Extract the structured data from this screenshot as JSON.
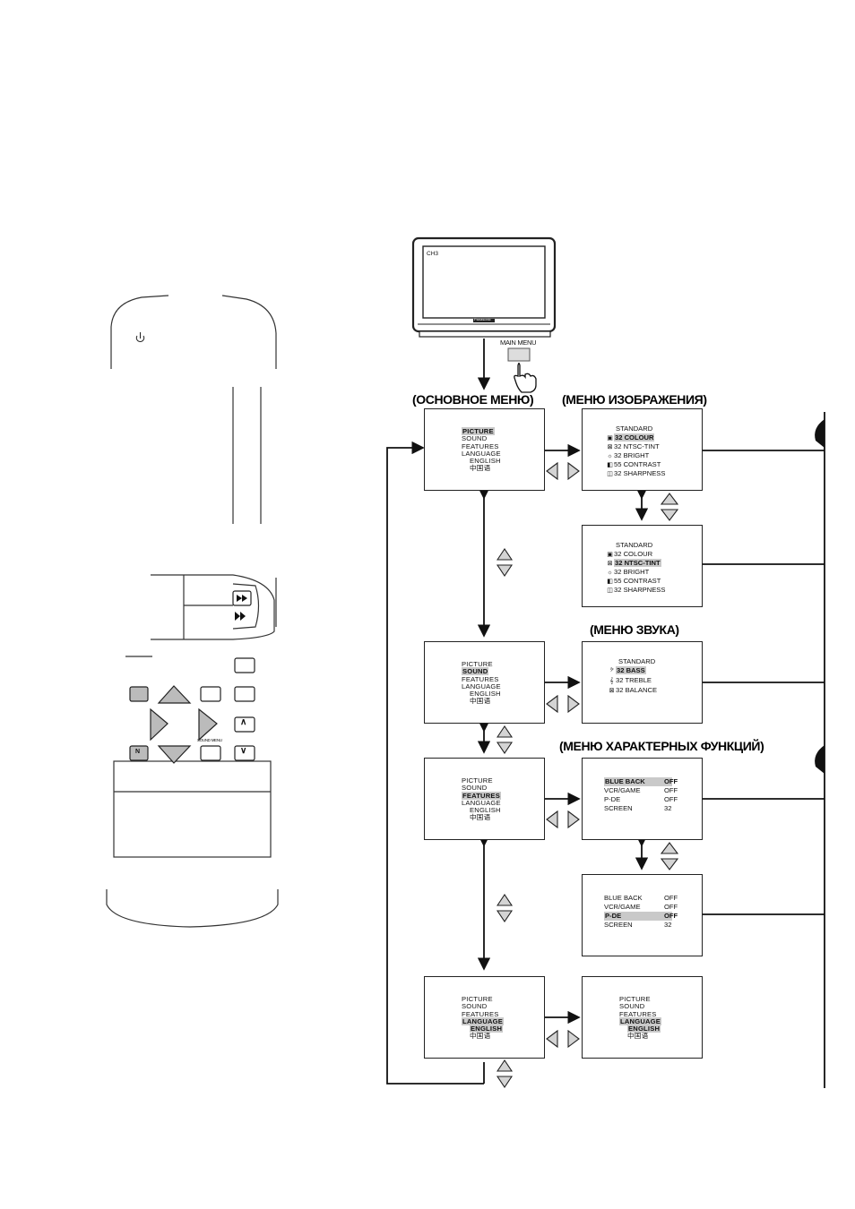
{
  "tv": {
    "channel": "CH3",
    "brand": "Panasonic"
  },
  "main_menu_button": {
    "label": "MAIN MENU"
  },
  "titles": {
    "main_menu": "(ОСНОВНОЕ МЕНЮ)",
    "picture_menu": "(МЕНЮ ИЗОБРАЖЕНИЯ)",
    "sound_menu": "(МЕНЮ ЗВУКА)",
    "features_menu": "(МЕНЮ ХАРАКТЕРНЫХ ФУНКЦИЙ)"
  },
  "main_menu_items": [
    "PICTURE",
    "SOUND",
    "FEATURES",
    "LANGUAGE",
    "ENGLISH",
    "中国语"
  ],
  "picture_menu": {
    "header": "STANDARD",
    "rows": [
      {
        "value": "32",
        "label": "COLOUR"
      },
      {
        "value": "32",
        "label": "NTSC-TINT"
      },
      {
        "value": "32",
        "label": "BRIGHT"
      },
      {
        "value": "55",
        "label": "CONTRAST"
      },
      {
        "value": "32",
        "label": "SHARPNESS"
      }
    ]
  },
  "sound_menu": {
    "header": "STANDARD",
    "rows": [
      {
        "value": "32",
        "label": "BASS"
      },
      {
        "value": "32",
        "label": "TREBLE"
      },
      {
        "value": "32",
        "label": "BALANCE"
      }
    ]
  },
  "features_menu": {
    "rows": [
      {
        "label": "BLUE BACK",
        "value": "OFF"
      },
      {
        "label": "VCR/GAME",
        "value": "OFF"
      },
      {
        "label": "P-DE",
        "value": "OFF"
      },
      {
        "label": "SCREEN",
        "value": "32"
      }
    ]
  },
  "remote": {
    "n_button": "N",
    "sound_menu_label": "SOUND MENU",
    "ch_up": "∧",
    "ch_down": "∨"
  },
  "icons": {
    "power": "power-icon",
    "hand": "pointing-hand-icon",
    "up": "triangle-up-icon",
    "down": "triangle-down-icon",
    "left": "triangle-left-icon",
    "right": "triangle-right-icon"
  }
}
